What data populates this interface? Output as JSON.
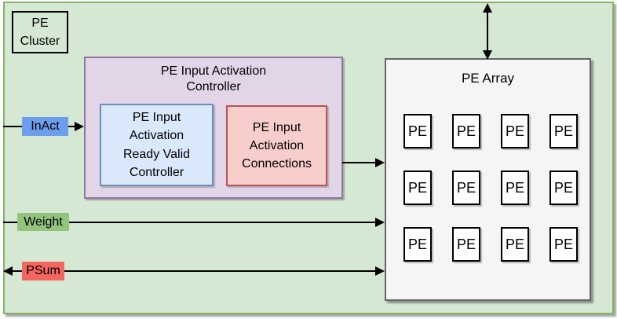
{
  "colors": {
    "cluster_fill": "#d5e8d4",
    "cluster_border": "#82b366",
    "controller_fill": "#e1d5e7",
    "controller_border": "#9673a6",
    "ready_valid_fill": "#dae8fc",
    "ready_valid_border": "#6c8ebf",
    "connections_fill": "#f8cecc",
    "connections_border": "#b85450",
    "array_fill": "#f5f5f5",
    "array_border": "#666666",
    "arrow_color": "#000000"
  },
  "cluster": {
    "label": "PE\nCluster"
  },
  "controller": {
    "title": "PE Input Activation\nController",
    "ready_valid_label": "PE Input\nActivation\nReady Valid\nController",
    "connections_label": "PE Input\nActivation\nConnections"
  },
  "pe_array": {
    "title": "PE Array",
    "cell_label": "PE",
    "rows": 3,
    "cols": 4
  },
  "signals": [
    {
      "label": "InAct",
      "direction": "into-controller",
      "highlight": "#6d9eeb"
    },
    {
      "label": "Weight",
      "direction": "into-pe-array",
      "highlight": "#93c47d"
    },
    {
      "label": "PSum",
      "direction": "bidirectional",
      "highlight": "#f4665f"
    }
  ],
  "top_link": {
    "direction": "bidirectional"
  }
}
